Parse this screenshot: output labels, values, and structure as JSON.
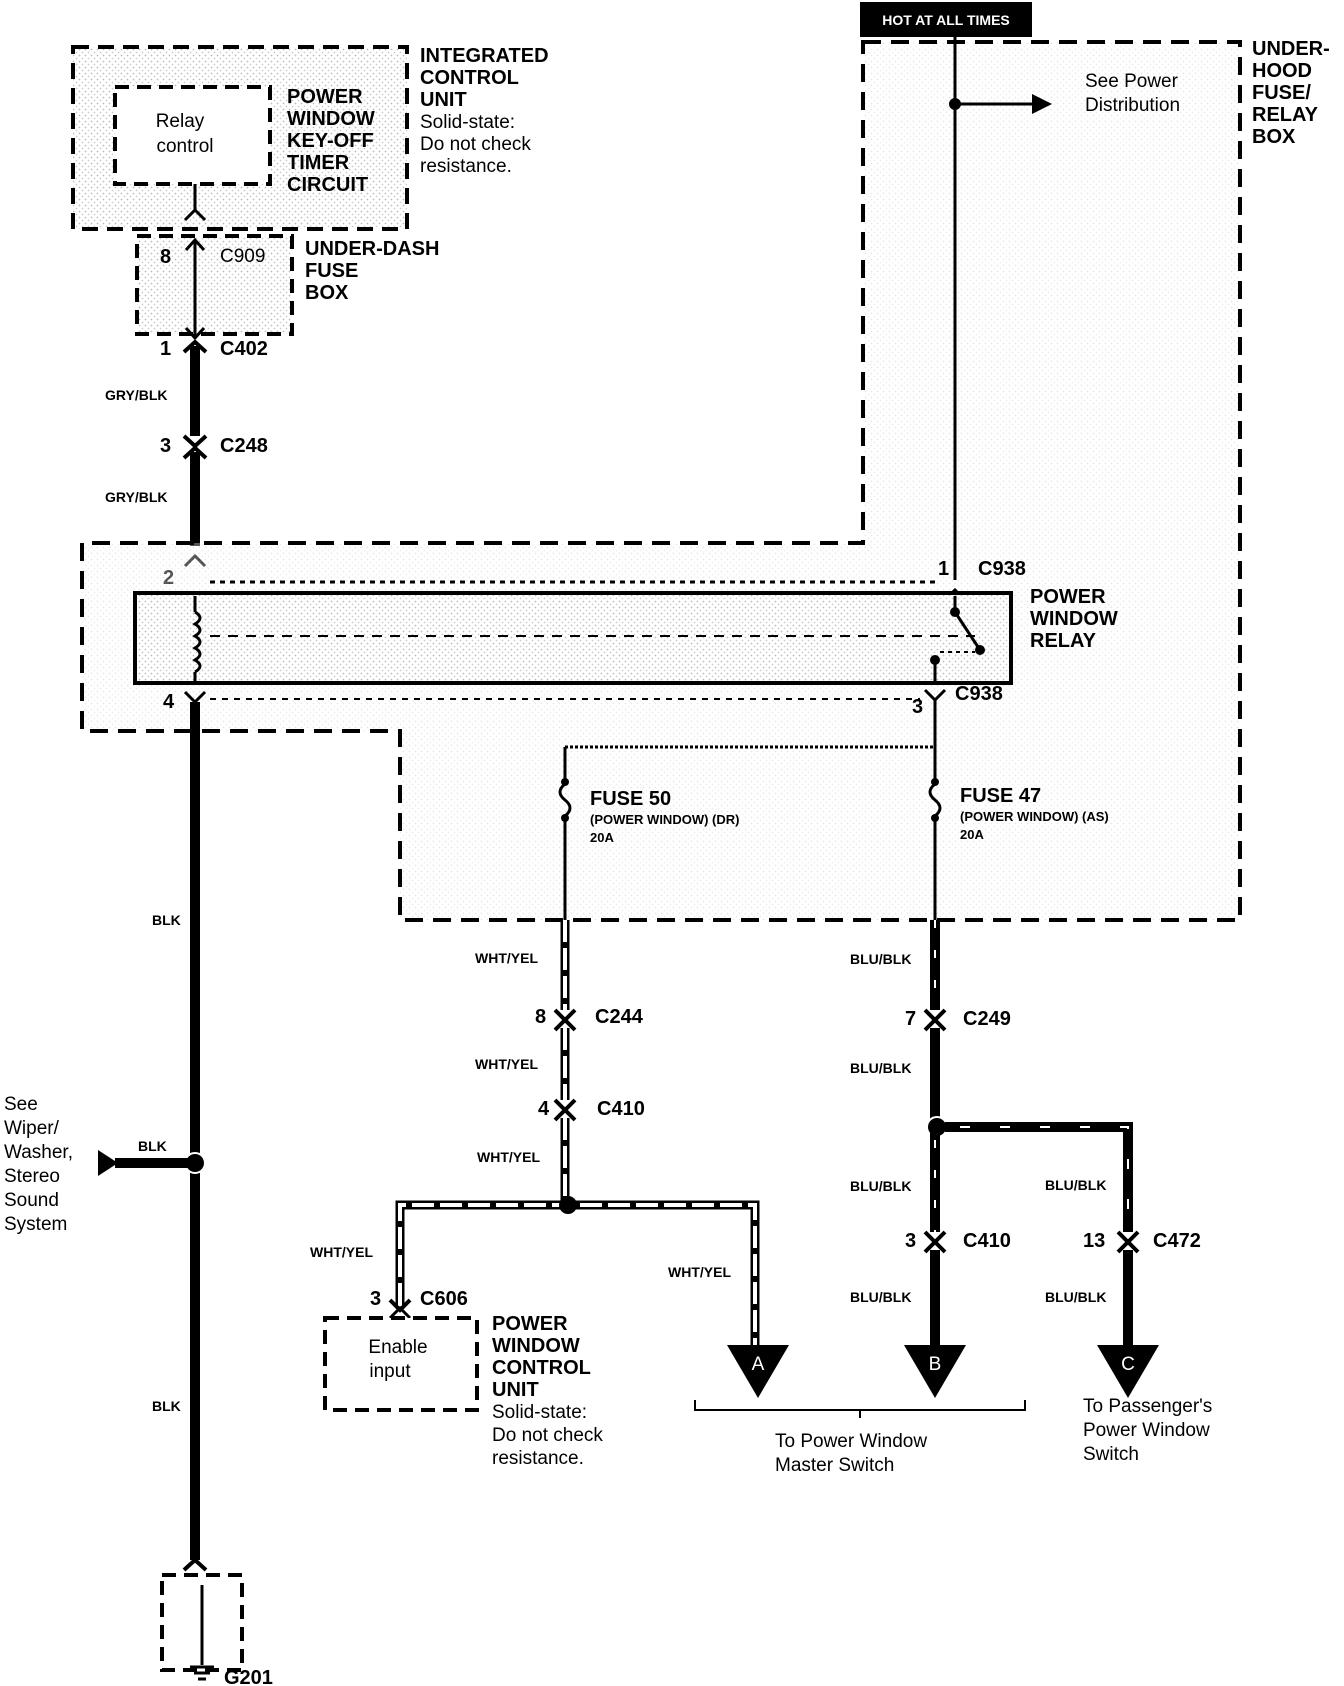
{
  "hot_label": "HOT AT ALL TIMES",
  "icu": {
    "lines": [
      "INTEGRATED",
      "CONTROL",
      "UNIT"
    ],
    "note": [
      "Solid-state:",
      "Do not check",
      "resistance."
    ],
    "inner": [
      "Relay",
      "control"
    ],
    "circuit": [
      "POWER",
      "WINDOW",
      "KEY-OFF",
      "TIMER",
      "CIRCUIT"
    ]
  },
  "underdash": {
    "lines": [
      "UNDER-DASH",
      "FUSE",
      "BOX"
    ],
    "pin": "8",
    "connector": "C909"
  },
  "underhood": {
    "lines": [
      "UNDER-",
      "HOOD",
      "FUSE/",
      "RELAY",
      "BOX"
    ],
    "see": [
      "See Power",
      "Distribution"
    ]
  },
  "connectors": {
    "c402": {
      "pin": "1",
      "name": "C402"
    },
    "c248": {
      "pin": "3",
      "name": "C248"
    },
    "c938_1": {
      "pin": "1",
      "name": "C938"
    },
    "c938_3": {
      "pin": "3",
      "name": "C938"
    },
    "relay_pin2": "2",
    "relay_pin4": "4",
    "c244": {
      "pin": "8",
      "name": "C244"
    },
    "c410a": {
      "pin": "4",
      "name": "C410"
    },
    "c249": {
      "pin": "7",
      "name": "C249"
    },
    "c410b": {
      "pin": "3",
      "name": "C410"
    },
    "c472": {
      "pin": "13",
      "name": "C472"
    },
    "c606": {
      "pin": "3",
      "name": "C606"
    },
    "g201": "G201"
  },
  "relay": [
    "POWER",
    "WINDOW",
    "RELAY"
  ],
  "fuse50": {
    "name": "FUSE 50",
    "desc": "(POWER WINDOW) (DR)",
    "amps": "20A"
  },
  "fuse47": {
    "name": "FUSE 47",
    "desc": "(POWER WINDOW) (AS)",
    "amps": "20A"
  },
  "wires": {
    "gryblk": "GRY/BLK",
    "blk": "BLK",
    "whtyel": "WHT/YEL",
    "blublk": "BLU/BLK"
  },
  "see_wiper": [
    "See",
    "Wiper/",
    "Washer,",
    "Stereo",
    "Sound",
    "System"
  ],
  "pwcu": {
    "lines": [
      "POWER",
      "WINDOW",
      "CONTROL",
      "UNIT"
    ],
    "note": [
      "Solid-state:",
      "Do not check",
      "resistance."
    ],
    "inner": [
      "Enable",
      "input"
    ]
  },
  "terminals": {
    "a": "A",
    "b": "B",
    "c": "C"
  },
  "to_master": [
    "To Power Window",
    "Master Switch"
  ],
  "to_passenger": [
    "To Passenger's",
    "Power Window",
    "Switch"
  ]
}
